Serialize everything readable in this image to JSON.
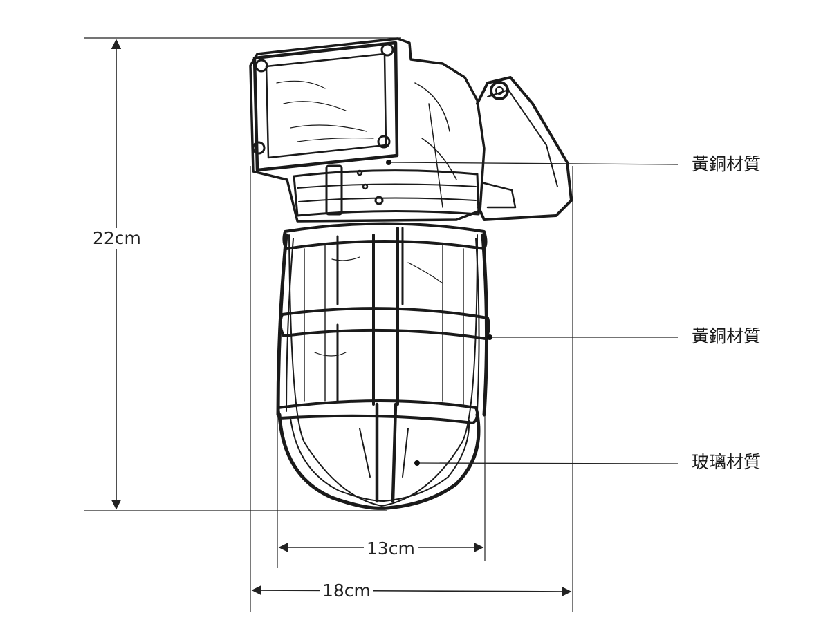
{
  "dimensions": {
    "height_label": "22cm",
    "inner_width_label": "13cm",
    "outer_width_label": "18cm"
  },
  "callouts": [
    {
      "label": "黃銅材質"
    },
    {
      "label": "黃銅材質"
    },
    {
      "label": "玻璃材質"
    }
  ],
  "colors": {
    "line": "#222222",
    "sketch": "#1a1a1a",
    "background": "#ffffff"
  }
}
